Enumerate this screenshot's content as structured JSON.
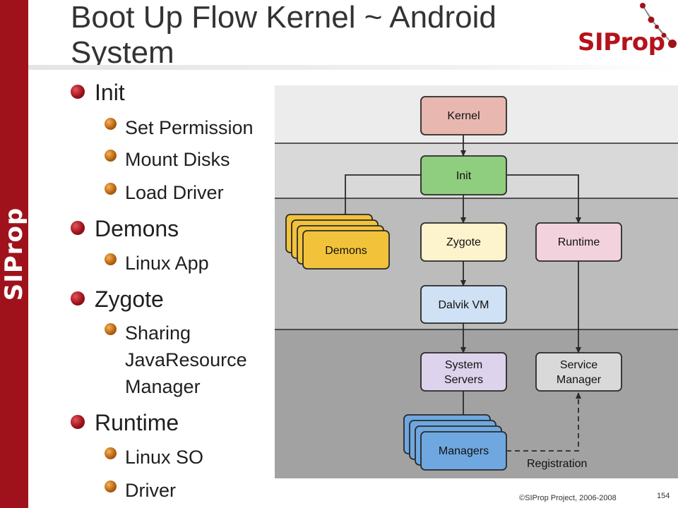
{
  "slide": {
    "title": "Boot Up Flow Kernel ~ Android System",
    "sidebar_brand": "SIProp",
    "logo_text": "SIProp",
    "footer_copyright": "©SIProp Project, 2006-2008",
    "page_number": "154",
    "accent_color": "#a0121b"
  },
  "bullets": [
    {
      "text": "Init",
      "level": 1
    },
    {
      "text": "Set Permission",
      "level": 2
    },
    {
      "text": "Mount Disks",
      "level": 2
    },
    {
      "text": "Load Driver",
      "level": 2
    },
    {
      "text": "Demons",
      "level": 1
    },
    {
      "text": "Linux App",
      "level": 2
    },
    {
      "text": "Zygote",
      "level": 1
    },
    {
      "text": "Sharing JavaResource Manager",
      "level": 2
    },
    {
      "text": "Runtime",
      "level": 1
    },
    {
      "text": "Linux SO",
      "level": 2
    },
    {
      "text": "Driver",
      "level": 2
    }
  ],
  "diagram": {
    "nodes": {
      "kernel": {
        "label": "Kernel",
        "color": "#e8b8b0"
      },
      "init": {
        "label": "Init",
        "color": "#8fce7e"
      },
      "demons": {
        "label": "Demons",
        "color": "#f2c33a"
      },
      "zygote": {
        "label": "Zygote",
        "color": "#fdf3cc"
      },
      "runtime": {
        "label": "Runtime",
        "color": "#f2d3dd"
      },
      "dalvik": {
        "label": "Dalvik VM",
        "color": "#cfe1f4"
      },
      "system_servers": {
        "label_line1": "System",
        "label_line2": "Servers",
        "color": "#ddd3ec"
      },
      "service_manager": {
        "label_line1": "Service",
        "label_line2": "Manager",
        "color": "#d9d9d9"
      },
      "managers": {
        "label": "Managers",
        "color": "#6fa8e0"
      }
    },
    "edge_label": "Registration",
    "band_colors": [
      "#ececec",
      "#d9d9d9",
      "#bcbcbc",
      "#a2a2a2"
    ]
  }
}
